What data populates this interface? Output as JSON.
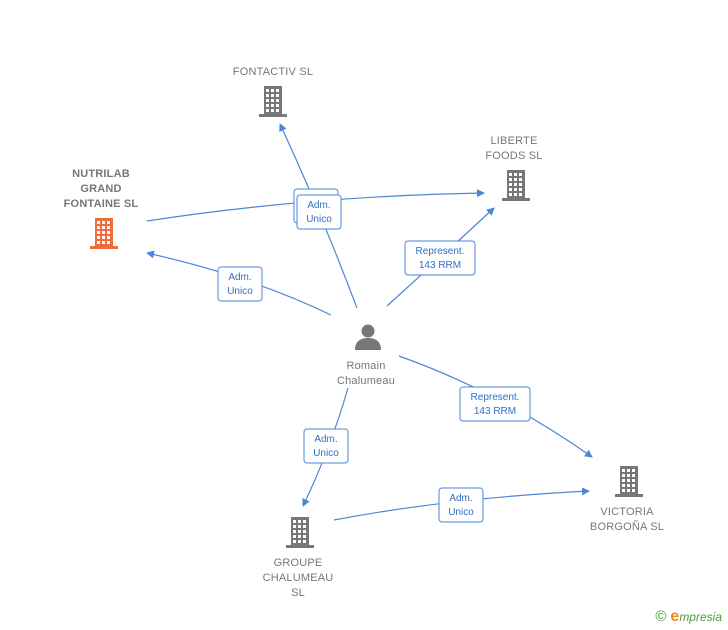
{
  "colors": {
    "edge": "#4a86d8",
    "building": "#777777",
    "building_highlight": "#f26b3a",
    "person": "#777777"
  },
  "nodes": [
    {
      "id": "fontactiv",
      "type": "company",
      "icon": "building-icon",
      "lines": [
        "FONTACTIV  SL"
      ],
      "highlight": false
    },
    {
      "id": "liberte",
      "type": "company",
      "icon": "building-icon",
      "lines": [
        "LIBERTE",
        "FOODS  SL"
      ],
      "highlight": false
    },
    {
      "id": "nutrilab",
      "type": "company",
      "icon": "building-icon",
      "lines": [
        "NUTRILAB",
        "GRAND",
        "FONTAINE  SL"
      ],
      "highlight": true
    },
    {
      "id": "romain",
      "type": "person",
      "icon": "person-icon",
      "lines": [
        "Romain",
        "Chalumeau"
      ],
      "highlight": false
    },
    {
      "id": "victoria",
      "type": "company",
      "icon": "building-icon",
      "lines": [
        "VICTORIA",
        "BORGOÑA  SL"
      ],
      "highlight": false
    },
    {
      "id": "groupe",
      "type": "company",
      "icon": "building-icon",
      "lines": [
        "GROUPE",
        "CHALUMEAU",
        "SL"
      ],
      "highlight": false
    }
  ],
  "edges": [
    {
      "from": "romain",
      "to": "fontactiv",
      "lines": [
        "Adm.",
        "Unico"
      ]
    },
    {
      "from": "nutrilab",
      "to": "liberte",
      "lines": [
        "Adm.",
        "Unico"
      ]
    },
    {
      "from": "romain",
      "to": "liberte",
      "lines": [
        "Represent.",
        "143 RRM"
      ]
    },
    {
      "from": "romain",
      "to": "nutrilab",
      "lines": [
        "Adm.",
        "Unico"
      ]
    },
    {
      "from": "romain",
      "to": "victoria",
      "lines": [
        "Represent.",
        "143 RRM"
      ]
    },
    {
      "from": "romain",
      "to": "groupe",
      "lines": [
        "Adm.",
        "Unico"
      ]
    },
    {
      "from": "groupe",
      "to": "victoria",
      "lines": [
        "Adm.",
        "Unico"
      ]
    }
  ],
  "footer": {
    "copyright": "©",
    "brand_first": "e",
    "brand_rest": "mpresia"
  }
}
